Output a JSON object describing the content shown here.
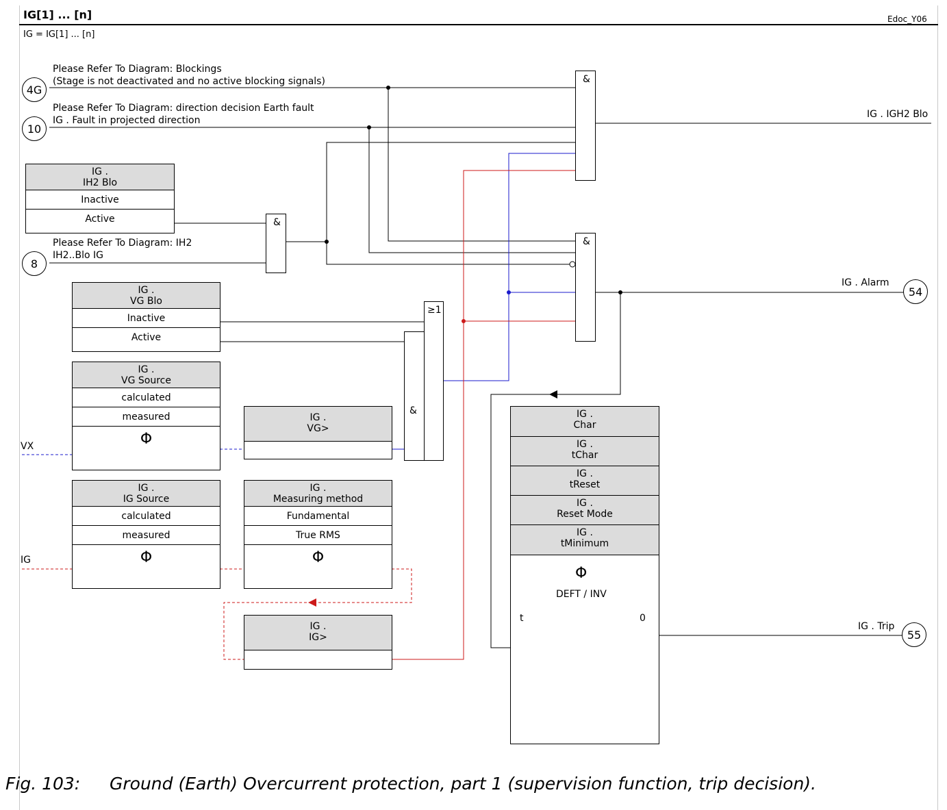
{
  "header": {
    "title": "IG[1] ... [n]",
    "doc_id": "Edoc_Y06",
    "subtitle": "IG = IG[1] ... [n]"
  },
  "refs": {
    "r4g": {
      "id": "4G",
      "line1": "Please Refer To Diagram: Blockings",
      "line2": "(Stage is not deactivated and no active blocking signals)"
    },
    "r10": {
      "id": "10",
      "line1": "Please Refer To Diagram: direction decision Earth fault",
      "line2": "IG . Fault in projected direction"
    },
    "r8": {
      "id": "8",
      "line1": "Please Refer To Diagram: IH2",
      "line2": "IH2..Blo IG"
    }
  },
  "gates": {
    "and_symbol": "&",
    "or_symbol": "≥1"
  },
  "settings": {
    "ih2_blo": {
      "line1": "IG .",
      "line2": "IH2 Blo",
      "options": [
        "Inactive",
        "Active"
      ]
    },
    "vg_blo": {
      "line1": "IG .",
      "line2": "VG Blo",
      "options": [
        "Inactive",
        "Active"
      ]
    },
    "vg_source": {
      "line1": "IG .",
      "line2": "VG Source",
      "options": [
        "calculated",
        "measured"
      ],
      "symbol": "Φ"
    },
    "vg_gt": {
      "line1": "IG .",
      "line2": "VG>"
    },
    "ig_source": {
      "line1": "IG .",
      "line2": "IG Source",
      "options": [
        "calculated",
        "measured"
      ],
      "symbol": "Φ"
    },
    "meas_method": {
      "line1": "IG .",
      "line2": "Measuring method",
      "options": [
        "Fundamental",
        "True RMS"
      ],
      "symbol": "Φ"
    },
    "ig_gt": {
      "line1": "IG .",
      "line2": "IG>"
    },
    "char_block": {
      "params": [
        {
          "line1": "IG .",
          "line2": "Char"
        },
        {
          "line1": "IG .",
          "line2": "tChar"
        },
        {
          "line1": "IG .",
          "line2": "tReset"
        },
        {
          "line1": "IG .",
          "line2": "Reset Mode"
        },
        {
          "line1": "IG .",
          "line2": "tMinimum"
        }
      ],
      "symbol": "Φ",
      "mode": "DEFT / INV",
      "t_label": "t",
      "zero_label": "0"
    }
  },
  "inputs": {
    "vx": "VX",
    "ig": "IG"
  },
  "outputs": {
    "igh2_blo": {
      "label": "IG . IGH2 Blo"
    },
    "alarm": {
      "label": "IG . Alarm",
      "id": "54"
    },
    "trip": {
      "label": "IG . Trip",
      "id": "55"
    }
  },
  "colors": {
    "line": "#000000",
    "voltage_signal": "#1a1acc",
    "current_signal": "#cc1a1a",
    "header_fill": "#dcdcdc"
  },
  "caption": {
    "number": "Fig. 103:",
    "text": "Ground (Earth) Overcurrent protection, part 1 (supervision function, trip decision)."
  }
}
